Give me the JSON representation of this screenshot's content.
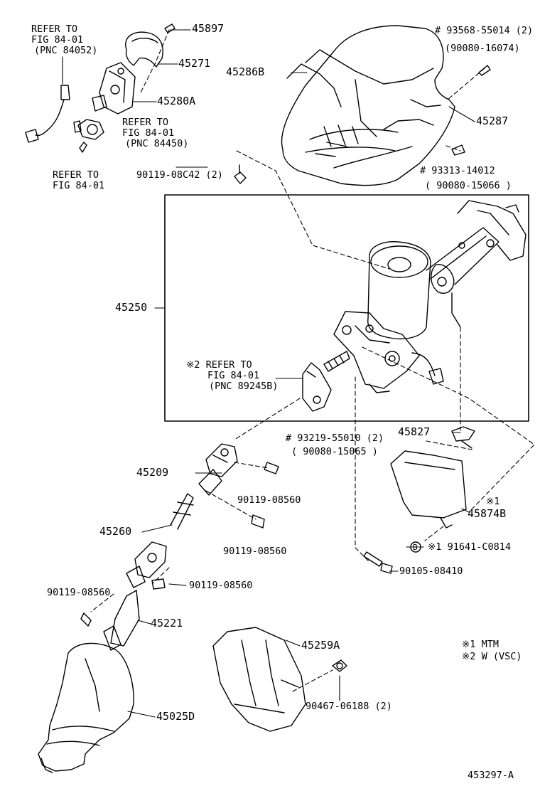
{
  "labels": {
    "ref_84052": [
      "REFER TO",
      "FIG 84-01",
      "(PNC 84052)"
    ],
    "part_45897": "45897",
    "part_45271": "45271",
    "part_45280a": "45280A",
    "ref_84450": [
      "REFER TO",
      "FIG 84-01",
      "(PNC 84450)"
    ],
    "ref_fig84": [
      "REFER TO",
      "FIG 84-01"
    ],
    "bolt_90119_08c42": "90119-08C42 (2)",
    "part_45286b": "45286B",
    "pn_93568": "# 93568-55014 (2)",
    "pn_90080_16074": "(90080-16074)",
    "part_45287": "45287",
    "pn_93313": "# 93313-14012",
    "pn_90080_15066": "( 90080-15066 )",
    "part_45250": "45250",
    "ref_89245b": [
      "※2 REFER TO",
      "FIG 84-01",
      "(PNC 89245B)"
    ],
    "pn_93219": "# 93219-55010 (2)",
    "pn_90080_15065": "( 90080-15065 )",
    "part_45827": "45827",
    "part_45209": "45209",
    "bolt_90119_08560_a": "90119-08560",
    "note_x1": "※1",
    "part_45874b": "45874B",
    "part_45260": "45260",
    "bolt_90119_08560_b": "90119-08560",
    "circle_b": "B",
    "pn_91641": "※1 91641-C0814",
    "bolt_90105": "90105-08410",
    "bolt_90119_08560_c": "90119-08560",
    "bolt_90119_08560_d": "90119-08560",
    "part_45221": "45221",
    "part_45259a": "45259A",
    "legend_1": "※1 MTM",
    "legend_2": "※2 W (VSC)",
    "bolt_90467": "90467-06188 (2)",
    "part_45025d": "45025D",
    "figure_id": "453297-A"
  }
}
